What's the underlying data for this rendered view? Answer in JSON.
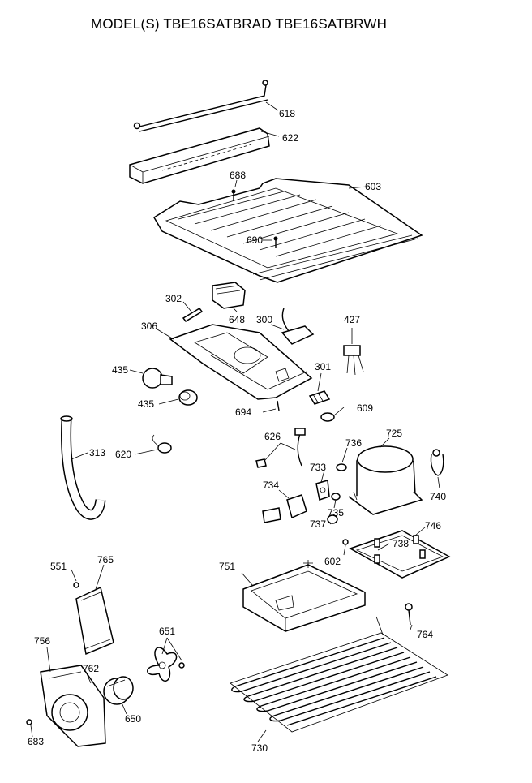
{
  "header": {
    "title": "MODEL(S) TBE16SATBRAD  TBE16SATBRWH"
  },
  "parts": {
    "p618": "618",
    "p622": "622",
    "p688": "688",
    "p603": "603",
    "p690": "690",
    "p302": "302",
    "p648": "648",
    "p300": "300",
    "p427": "427",
    "p306": "306",
    "p435a": "435",
    "p435b": "435",
    "p301": "301",
    "p694": "694",
    "p609": "609",
    "p313": "313",
    "p620": "620",
    "p626": "626",
    "p736": "736",
    "p725": "725",
    "p733": "733",
    "p734": "734",
    "p735": "735",
    "p740": "740",
    "p737": "737",
    "p738": "738",
    "p746": "746",
    "p602": "602",
    "p551": "551",
    "p765": "765",
    "p751": "751",
    "p651": "651",
    "p756": "756",
    "p762": "762",
    "p764": "764",
    "p650": "650",
    "p683": "683",
    "p730": "730"
  }
}
